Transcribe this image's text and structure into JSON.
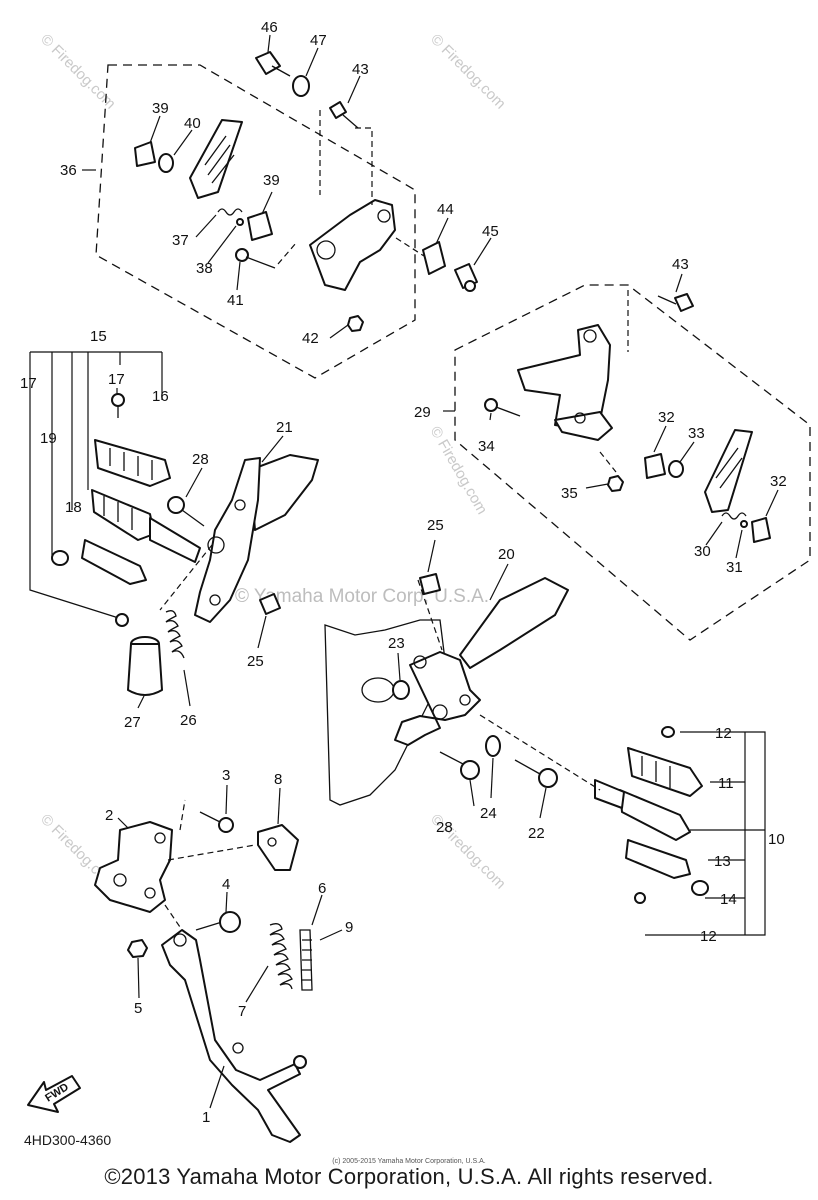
{
  "callouts": {
    "c46": "46",
    "c47": "47",
    "c43a": "43",
    "c39a": "39",
    "c40": "40",
    "c36": "36",
    "c39b": "39",
    "c37": "37",
    "c38": "38",
    "c41": "41",
    "c44": "44",
    "c45": "45",
    "c42": "42",
    "c43b": "43",
    "c15": "15",
    "c17a": "17",
    "c17b": "17",
    "c16": "16",
    "c19": "19",
    "c18": "18",
    "c28a": "28",
    "c21": "21",
    "c29": "29",
    "c34": "34",
    "c32a": "32",
    "c33": "33",
    "c32b": "32",
    "c35": "35",
    "c30": "30",
    "c31": "31",
    "c25a": "25",
    "c20": "20",
    "c25b": "25",
    "c27": "27",
    "c26": "26",
    "c23": "23",
    "c12a": "12",
    "c11": "11",
    "c10": "10",
    "c28b": "28",
    "c24": "24",
    "c22": "22",
    "c13": "13",
    "c14": "14",
    "c12b": "12",
    "c3": "3",
    "c8": "8",
    "c2": "2",
    "c4": "4",
    "c6": "6",
    "c9": "9",
    "c5": "5",
    "c7": "7",
    "c1": "1"
  },
  "fwd_label": "FWD",
  "diagram_code": "4HD300-4360",
  "small_print": "(c) 2005-2015 Yamaha Motor Corporation, U.S.A.",
  "copyright": "©2013 Yamaha Motor Corporation, U.S.A. All rights reserved.",
  "watermarks": {
    "firedog": "© Firedog.com",
    "yamaha": "© Yamaha Motor Corp, U.S.A."
  }
}
